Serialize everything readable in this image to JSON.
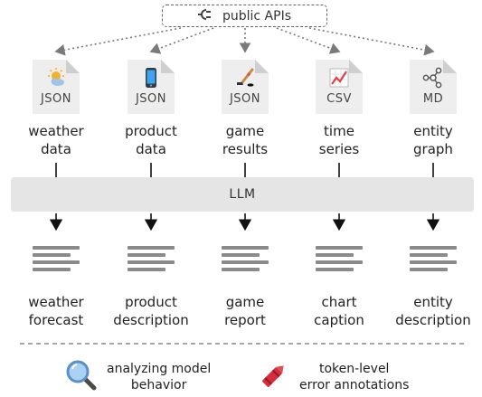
{
  "source": {
    "label": "public APIs",
    "icon": "plug-icon"
  },
  "model": {
    "label": "LLM"
  },
  "pipelines": [
    {
      "format": "JSON",
      "icon": "weather-sun-cloud-icon",
      "input_line1": "weather",
      "input_line2": "data",
      "output_line1": "weather",
      "output_line2": "forecast"
    },
    {
      "format": "JSON",
      "icon": "smartphone-icon",
      "input_line1": "product",
      "input_line2": "data",
      "output_line1": "product",
      "output_line2": "description"
    },
    {
      "format": "JSON",
      "icon": "hockey-stick-icon",
      "input_line1": "game",
      "input_line2": "results",
      "output_line1": "game",
      "output_line2": "report"
    },
    {
      "format": "CSV",
      "icon": "line-chart-icon",
      "input_line1": "time",
      "input_line2": "series",
      "output_line1": "chart",
      "output_line2": "caption"
    },
    {
      "format": "MD",
      "icon": "graph-nodes-icon",
      "input_line1": "entity",
      "input_line2": "graph",
      "output_line1": "entity",
      "output_line2": "description"
    }
  ],
  "legend": [
    {
      "icon": "magnifier-icon",
      "line1": "analyzing model",
      "line2": "behavior"
    },
    {
      "icon": "crayon-icon",
      "line1": "token-level",
      "line2": "error annotations"
    }
  ],
  "colors": {
    "arrow": "#7a7a7a",
    "llm_bg": "#e5e5e5",
    "doc_bg": "#eeeeee",
    "crayon": "#d62d3a",
    "magnifier": "#5a8fc7"
  }
}
